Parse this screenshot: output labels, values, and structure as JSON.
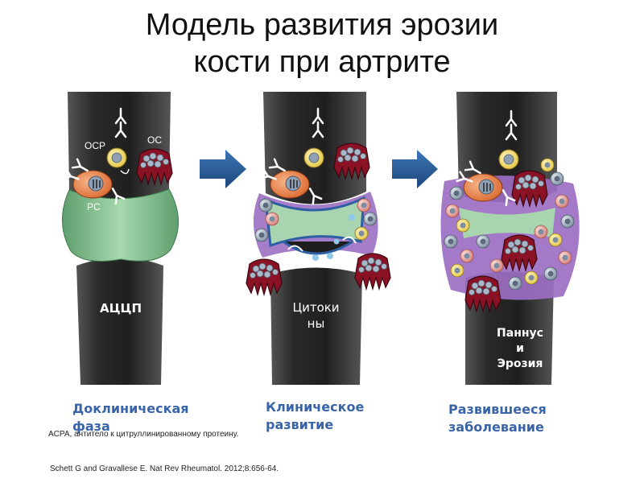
{
  "title": {
    "line1": "Модель развития эрозии",
    "line2": "кости при артрите"
  },
  "panels": [
    {
      "center_label": "АЦЦП",
      "cell_labels": {
        "ocp": "OCP",
        "oc": "OC",
        "pc": "PC"
      }
    },
    {
      "center_label_line1": "Цитоки",
      "center_label_line2": "ны"
    },
    {
      "center_label_line1": "Паннус",
      "center_label_line2": "и",
      "center_label_line3": "Эрозия"
    }
  ],
  "phases": {
    "phase1_line1": "Доклиническая",
    "phase1_line2": "фаза",
    "phase2_line1": "Клиническое",
    "phase2_line2": "развитие",
    "phase3_line1": "Развившееся",
    "phase3_line2": "заболевание"
  },
  "footnote": "ACPA, антитело к цитруллинированному протеину.",
  "citation": "Schett G and Gravallese E. Nat Rev Rheumatol. 2012;8:656-64.",
  "colors": {
    "bone": "#2b2b2b",
    "cartilage": "#7dbd8a",
    "arrow": "#2a5b96",
    "phase_text": "#3a64a8",
    "osteoclast": "#8a1224",
    "synovium": "#9d6fc4"
  }
}
